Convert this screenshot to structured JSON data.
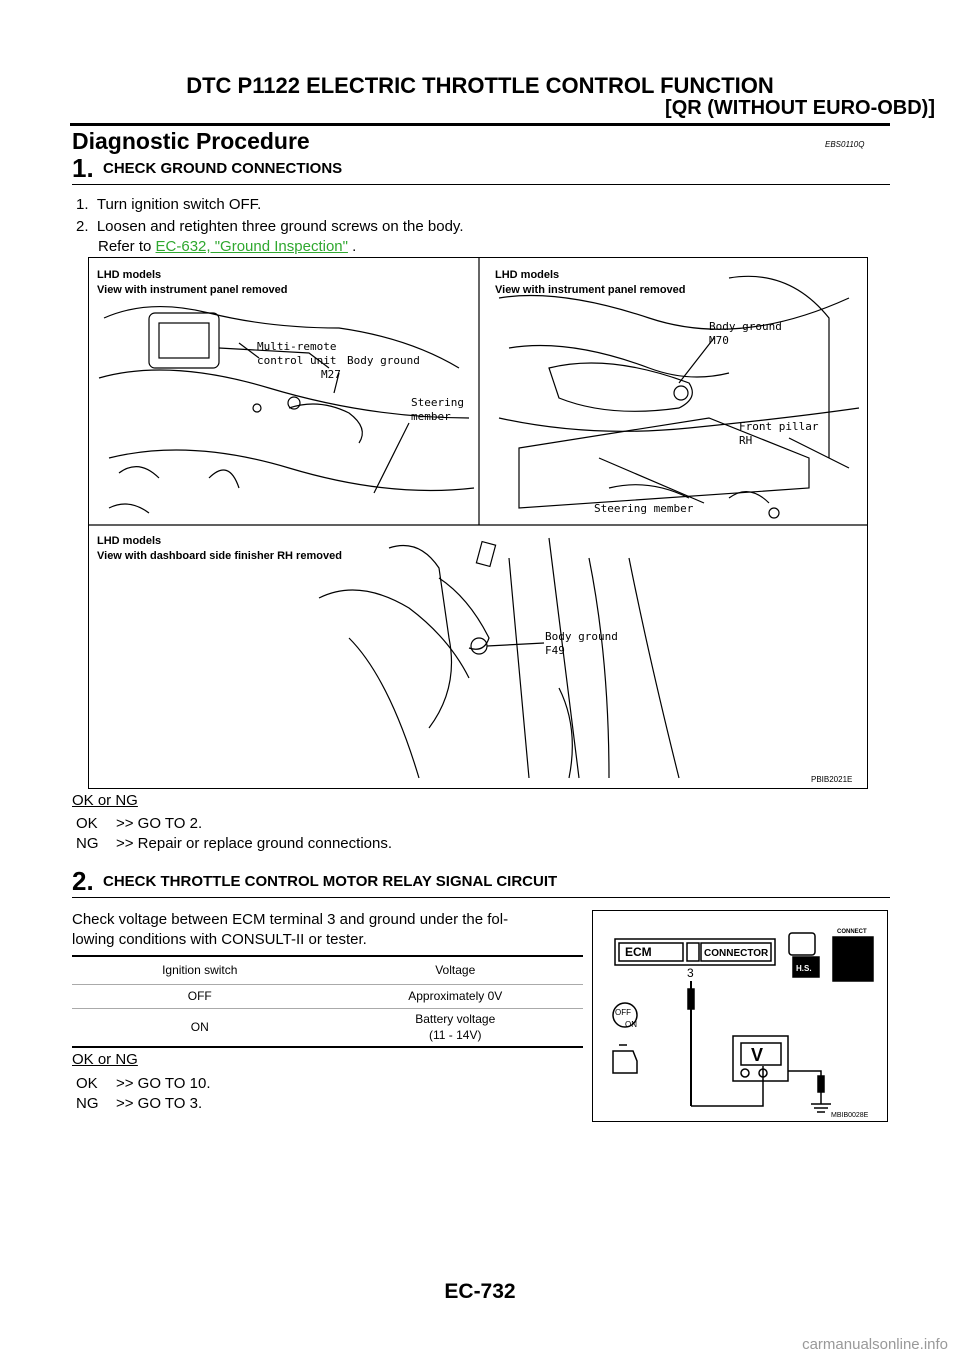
{
  "header": {
    "title": "DTC P1122 ELECTRIC THROTTLE CONTROL FUNCTION",
    "subtitle": "[QR (WITHOUT EURO-OBD)]"
  },
  "section": {
    "title": "Diagnostic Procedure",
    "code": "EBS0110Q"
  },
  "step1": {
    "number": "1.",
    "title": "CHECK GROUND CONNECTIONS",
    "items": [
      "1.  Turn ignition switch OFF.",
      "2.  Loosen and retighten three ground screws on the body."
    ],
    "refer_prefix": "Refer to ",
    "refer_link": "EC-632, \"Ground Inspection\"",
    "refer_suffix": " .",
    "figure": {
      "code": "PBIB2021E",
      "panel1": {
        "line1": "LHD models",
        "line2": "View with instrument panel removed",
        "labels": [
          "Multi-remote",
          "control unit",
          "Body ground",
          "M27",
          "Steering",
          "member"
        ]
      },
      "panel2": {
        "line1": "LHD models",
        "line2": "View with instrument panel removed",
        "labels": [
          "Body ground",
          "M70",
          "Front pillar",
          "RH",
          "Steering member"
        ]
      },
      "panel3": {
        "line1": "LHD models",
        "line2": "View with dashboard side finisher RH removed",
        "labels": [
          "Body ground",
          "F49"
        ]
      }
    },
    "ok_ng": "OK or NG",
    "results": [
      {
        "key": "OK",
        "text": ">> GO TO 2."
      },
      {
        "key": "NG",
        "text": ">> Repair or replace ground connections."
      }
    ]
  },
  "step2": {
    "number": "2.",
    "title": "CHECK THROTTLE CONTROL MOTOR RELAY SIGNAL CIRCUIT",
    "text_line1": "Check voltage between ECM terminal 3 and ground under the fol-",
    "text_line2": "lowing conditions with CONSULT-II or tester.",
    "table": {
      "headers": [
        "Ignition switch",
        "Voltage"
      ],
      "rows": [
        {
          "switch": "OFF",
          "voltage": "Approximately 0V",
          "voltage2": ""
        },
        {
          "switch": "ON",
          "voltage": "Battery voltage",
          "voltage2": "(11 - 14V)"
        }
      ]
    },
    "figure": {
      "code": "MBIB0028E",
      "ecm": "ECM",
      "connector": "CONNECTOR",
      "terminal": "3",
      "meter": "V",
      "connect": "CONNECT",
      "hs": "H.S.",
      "off": "OFF",
      "on": "ON"
    },
    "ok_ng": "OK or NG",
    "results": [
      {
        "key": "OK",
        "text": ">> GO TO 10."
      },
      {
        "key": "NG",
        "text": ">> GO TO 3."
      }
    ]
  },
  "footer": {
    "page": "EC-732"
  },
  "watermark": "carmanualsonline.info"
}
